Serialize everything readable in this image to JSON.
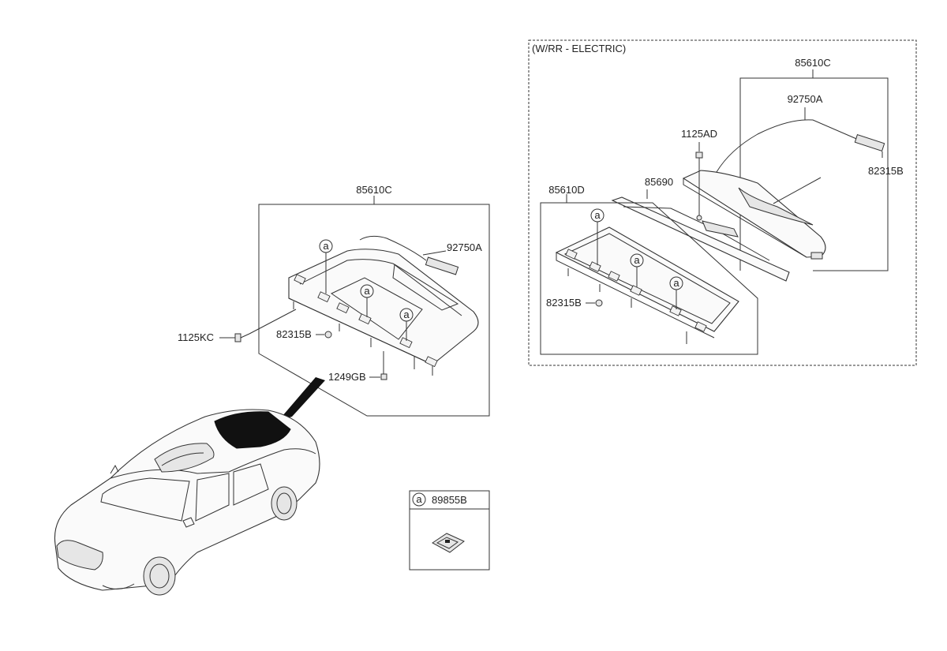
{
  "main_group": {
    "assembly_label": "85610C",
    "labels": {
      "wire": "92750A",
      "screw_left": "1125KC",
      "clip": "82315B",
      "bolt": "1249GB"
    },
    "callout": "a"
  },
  "electric_group": {
    "title": "(W/RR - ELECTRIC)",
    "labels": {
      "assembly_top": "85610C",
      "wire": "92750A",
      "bolt": "1125AD",
      "clip_right": "82315B",
      "rail": "85690",
      "assembly_lower": "85610D",
      "clip_left": "82315B"
    },
    "callout": "a"
  },
  "legend": {
    "callout": "a",
    "part_number": "89855B"
  }
}
